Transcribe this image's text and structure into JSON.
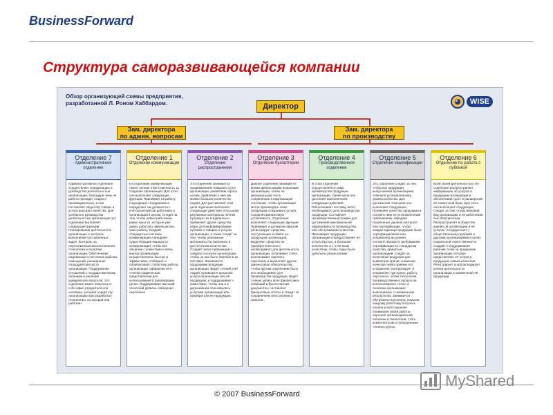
{
  "header": {
    "brand": "BusinessForward",
    "title": "Структура саморазвивающейся компании"
  },
  "chart": {
    "title_line1": "Обзор организующей схемы предприятия,",
    "title_line2": "разработанной Л. Роном Хаббардом.",
    "logo_text": "WISE",
    "director": "Директор",
    "deputy_admin": [
      "Зам. директора",
      "по админ. вопросам"
    ],
    "deputy_prod": [
      "Зам. директора",
      "по производству"
    ],
    "departments": [
      {
        "name": "Отделение 7",
        "sub": "Административное отделение",
        "color": "#3566b8",
        "bg": "#d9e4f5",
        "text": "Административное отделение осуществляет координацию и руководство деятельностью организации, благодаря чему не работа проходит гладко и производительно, и она поставляет обществу товары и услуги высокого качества. Для успешного руководства деятельностью организации это отделение выполняет следующие функции: Планирование деятельности организации и контроль выполнения поставленных задач. Контроль за неукоснительным исполнением технологии и политики организации. Обеспечение надлежащего состояния рабочих помещений, расширение площадей при росте организации. Поддержание отношений с государственными органами и решение юридических вопросов. Это отделение может включать в себя офис учредителя или человека, который создал эту организацию или разработал технологию, по которой она работает."
      },
      {
        "name": "Отделение 1",
        "sub": "Отделение коммуникации",
        "color": "#d9a400",
        "bg": "#fff2b8",
        "text": "На отделении коммуникации лежит полная ответственность за создание организации. Для этого оно выполняет следующие функции: Принимает на работу подходящих сотрудников и определяет им должности с учётом интересов работника и организации в целом. Следит за тем, чтобы новые работники, равно как и те, которые уже давно работают, имели деталь свою работу. Создаёт стандартные системы коммуникации и внедряет существующие маршруты коммуникации, чтобы всё общение с клиентами и связь внутри организации осуществлялись быстро и эффективно. Собирает и обрабатывает статистику работы организации, оформляя её в точном графическом представлении для использования в руководящих целях. Поддерживает высокий этический уровень поведения персонала."
      },
      {
        "name": "Отделение 2",
        "sub": "Отделение распространения",
        "color": "#8a5bb5",
        "bg": "#e6d8f2",
        "text": "Это отделение занимается продвижением товаров и услуг организации, развитием спроса на них, привлекая к ним как можно большее количество людей. Для достижения этой цели отделение выполняет следующие действия: Рассылает рекламные материалы почтой, публикует их в журналах и применяет другие средства связи для информирования публики о товарах и услугах организации, а также следит за тем, чтобы рекламные материалы поставлялись в достаточном количестве. Создаёт запас публикаций о товарах и услугах организации, чтобы на них было перебоя в их поставке. Занимается продажами продукции организации. Ведёт точный учет людей, купивших в прошлом услуги организации или её продукцию, и поддерживает с ними связь, чтобы они и в дальнейшем пользовались услугами организации или приобретали ее продукцию."
      },
      {
        "name": "Отделение 3",
        "sub": "Отделение бухгалтерии",
        "color": "#d9468a",
        "bg": "#f8d5e4",
        "text": "Данное отделение занимается всеми финансовыми вопросами организации, чтобы ее материальная часть сохранялась в надлежащем состоянии, чтобы организация могла производить свою продукцию и оказывать услуги, сохраняя финансовую устойчивость. Отделение выполняет следующие функции: Принимает и должным образом регистрирует средства, поступающие в обмен на продукцию организации. Выделяет средства на приобретение всего необходимого для деятельности организации, оплачивает счета, выплачивает зарплату персоналу и выполняет другие финансовые обязательства, чтобы другим отделениям было все необходимое для производства продукции. Ведёт точную запись всех финансовых операций в бухгалтерских документах, составляет финансовые отчёты и следит за сохранением всех активов и запасов."
      },
      {
        "name": "Отделение 4",
        "sub": "Производственное отделение",
        "color": "#3d9a3d",
        "bg": "#d6ecd1",
        "text": "В этом отделении осуществляется само производство продукции организации. Своей цели оно достигает выполнением следующих действий: Обеспечивает поставку всего необходимого для производства продукции. Составляет производственный график для достижения максимальной эффективности производства или обслуживания клиентов. Производит продукцию организации и предоставляет ее услуги быстро, в большом количестве и с отличным качеством, чтобы люди были довольны результатами."
      },
      {
        "name": "Отделение 5",
        "sub": "Отделение квалификации",
        "color": "#6b6b6b",
        "bg": "#d9d9d9",
        "text": "Это отделение следит за тем, чтобы вся продукция, выпускаемая организацией, отвечала установленному уровню качества. Для достижения этой цели оно выполняет следующее: Проверяет качество продукции и соответствие ее установленным требованиям, передает полученные данные контроля или сертификации, чтобы каждая единица продукции была сертифицирована или исправлена до уровня, соответствующего требованиям сертификации по стандартам качества, принятым организацией. Следит за качеством продукции для выявления причин снижения качества через приёмы его устранения. Контролирует и исправляет, где нужно, работу персонала, чтобы технология производственных процессов использовалась точно, а политика организации выполнялась с неизменным результатом. Занимается обучением персонала, помогая каждому работнику получать полное и всестороннее понимание своей работы, изучение организационной политики и технологии, стать компетентным и полноценным членом группы."
      },
      {
        "name": "Отделение 6",
        "sub": "Отделение по работе с публикой",
        "color": "#e0c400",
        "bg": "#fff6b0",
        "text": "Всей своей деятельностью это отделение распространяет информацию об услугах и продукции организации и обеспечивает рост и расширение её клиентской базы. Для этого оно выполняет следующее: Следит за тем, чтобы внешний вид организации и её работников был безупречным. Распространяет в обществе знания об организации и её услугах. Сотрудничает с общественными группами и другими организациями в целях социальной ответственности. Создаёт и поддерживает рабочие точки за пределами организации, которые представляют её услуги и продукцию новым клиентам. Регистрирует и пропагандирует успехи деятельности организации и применение её продукции."
      }
    ]
  },
  "footer": {
    "copyright": "© 2007 BusinessForward",
    "watermark": "MyShared"
  }
}
